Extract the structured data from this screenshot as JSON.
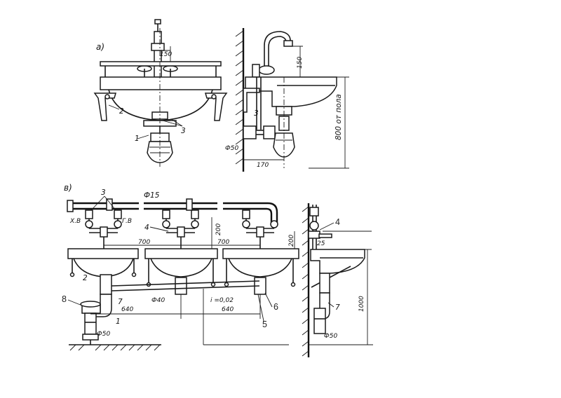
{
  "views": {
    "a": {
      "letter": "а)"
    },
    "b": {
      "letter": "в)"
    }
  },
  "labels": {
    "l150_top": "150",
    "l150_side": "150",
    "l800": "800 от пола",
    "l170": "170",
    "phi50_side": "Ф50",
    "phi15": "Ф15",
    "xv": "Х.В",
    "gv": "Г.В",
    "l700_1": "700",
    "l700_2": "700",
    "l200_a": "200",
    "l200_b": "200",
    "l640_1": "640",
    "l640_2": "640",
    "phi40": "Ф40",
    "slope": "i =0,02",
    "phi50_b": "Ф50",
    "phi50_c": "Ф50",
    "l25": "25",
    "l1000": "1000"
  },
  "callouts": {
    "n1_a": "1",
    "n2_a": "2",
    "n3_a": "3",
    "n3_side": "3",
    "n3_b": "3",
    "n4_b": "4",
    "n4_right": "4",
    "n2_b": "2",
    "n8_b": "8",
    "n7_b": "7",
    "n1_b": "1",
    "n5_b": "5",
    "n6_b": "6",
    "n7_right": "7"
  }
}
